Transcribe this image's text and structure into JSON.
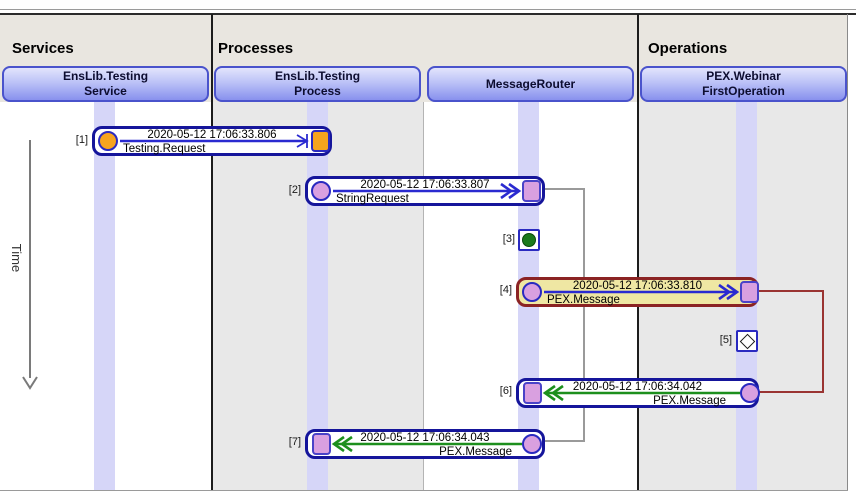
{
  "sections": [
    {
      "title": "Services"
    },
    {
      "title": "Processes"
    },
    {
      "title": "Operations"
    }
  ],
  "lanes": [
    {
      "name": "EnsLib.Testing Service",
      "line1": "EnsLib.Testing",
      "line2": "Service"
    },
    {
      "name": "EnsLib.Testing Process",
      "line1": "EnsLib.Testing",
      "line2": "Process"
    },
    {
      "name": "MessageRouter",
      "line1": "MessageRouter",
      "line2": ""
    },
    {
      "name": "PEX.Webinar FirstOperation",
      "line1": "PEX.Webinar",
      "line2": "FirstOperation"
    }
  ],
  "time_axis": {
    "label": "Time"
  },
  "events": [
    {
      "id": "[1]",
      "timestamp": "2020-05-12 17:06:33.806",
      "message": "Testing.Request",
      "from": "EnsLib.Testing Service",
      "to": "EnsLib.Testing Process",
      "direction": "right",
      "selected": false
    },
    {
      "id": "[2]",
      "timestamp": "2020-05-12 17:06:33.807",
      "message": "StringRequest",
      "from": "EnsLib.Testing Process",
      "to": "MessageRouter",
      "direction": "right",
      "selected": false
    },
    {
      "id": "[3]",
      "type": "status-dot",
      "lane": "MessageRouter"
    },
    {
      "id": "[4]",
      "timestamp": "2020-05-12 17:06:33.810",
      "message": "PEX.Message",
      "from": "MessageRouter",
      "to": "PEX.Webinar FirstOperation",
      "direction": "right",
      "selected": true
    },
    {
      "id": "[5]",
      "type": "event-diamond",
      "lane": "PEX.Webinar FirstOperation"
    },
    {
      "id": "[6]",
      "timestamp": "2020-05-12 17:06:34.042",
      "message": "PEX.Message",
      "from": "PEX.Webinar FirstOperation",
      "to": "MessageRouter",
      "direction": "left",
      "selected": false
    },
    {
      "id": "[7]",
      "timestamp": "2020-05-12 17:06:34.043",
      "message": "PEX.Message",
      "from": "MessageRouter",
      "to": "EnsLib.Testing Process",
      "direction": "left",
      "selected": false
    }
  ],
  "colors": {
    "request_arrow": "#2a2ad0",
    "response_arrow": "#1d8f1d",
    "selected_border": "#8b2323",
    "selected_background": "#efe7a3",
    "message_border": "#15159b",
    "lifeline": "#d6d6f8",
    "endpoint_plum": "#d9a0e0",
    "endpoint_orange": "#f6a41e",
    "status_green": "#1b7a1b",
    "connector_gray": "#9a9a9a",
    "connector_red": "#9a3432"
  }
}
